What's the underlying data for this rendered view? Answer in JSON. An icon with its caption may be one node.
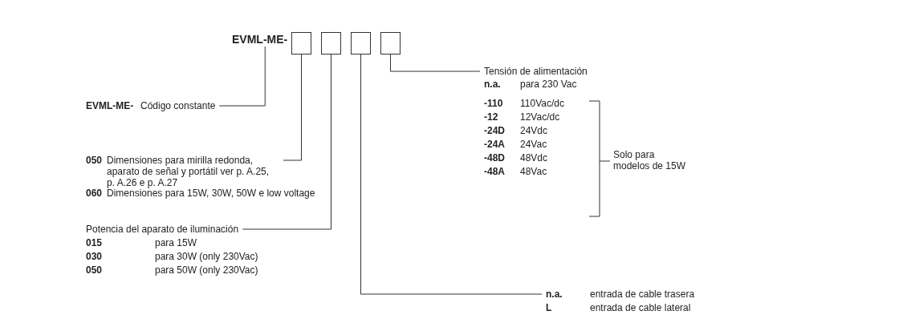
{
  "diagram": {
    "nodes": [
      {
        "text": [
          "EVML-ME-"
        ]
      },
      {
        "text": [],
        "shape": "box"
      },
      {
        "text": [],
        "shape": "box"
      },
      {
        "text": [],
        "shape": "box"
      },
      {
        "text": [],
        "shape": "box"
      },
      {
        "text": [
          "EVML-ME-",
          "Código constante"
        ]
      },
      {
        "text": [
          "050",
          "Dimensiones para mirilla redonda, aparato de señal y portátil ver p. A.25, p. A.26 e p. A.27",
          "060",
          "Dimensiones para 15W, 30W, 50W e low voltage"
        ]
      },
      {
        "text": [
          "Potencia del aparato de iluminación",
          "015",
          "para 15W",
          "030",
          "para 30W (only 230Vac)",
          "050",
          "para 50W (only 230Vac)"
        ]
      },
      {
        "text": [
          "n.a.",
          "entrada de cable trasera",
          "L",
          "entrada de cable lateral"
        ]
      },
      {
        "text": [
          "Tensión de alimentación",
          "n.a.",
          "para 230 Vac",
          "-110",
          "110Vac/dc",
          "-12",
          "12Vac/dc",
          "-24D",
          "24Vdc",
          "-24A",
          "24Vac",
          "-48D",
          "48Vdc",
          "-48A",
          "48Vac"
        ]
      }
    ],
    "edges": [
      {
        "from": 5,
        "to": 0,
        "arrow": "none"
      },
      {
        "from": 6,
        "to": 1,
        "arrow": "none"
      },
      {
        "from": 7,
        "to": 2,
        "arrow": "none"
      },
      {
        "from": 8,
        "to": 3,
        "arrow": "none"
      },
      {
        "from": 9,
        "to": 4,
        "arrow": "none"
      }
    ],
    "labels": [
      "Solo para modelos de 15W"
    ]
  }
}
